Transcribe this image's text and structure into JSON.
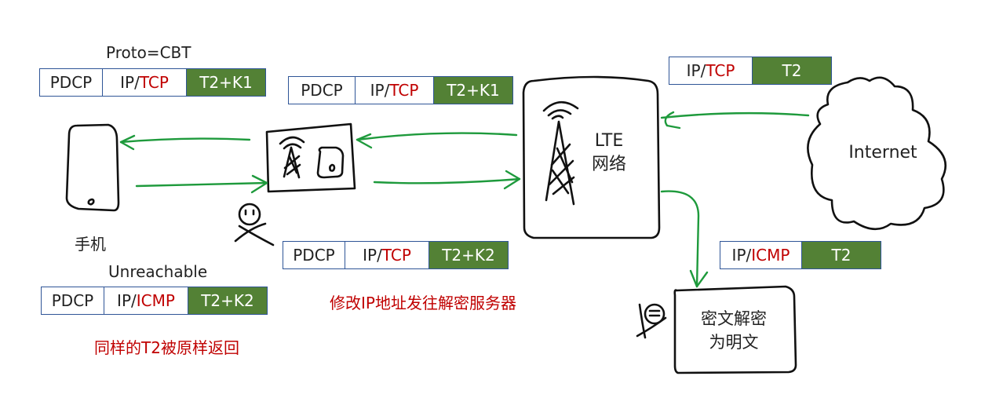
{
  "colors": {
    "payload_fill": "#538135",
    "box_border": "#2f5597",
    "protocol_text": "#c00000",
    "note_text": "#c00000",
    "arrow": "#1e9a3c",
    "sketch": "#111111"
  },
  "labels": {
    "proto_cbt": "Proto=CBT",
    "phone": "手机",
    "unreachable": "Unreachable",
    "lte_line1": "LTE",
    "lte_line2": "网络",
    "internet": "Internet",
    "decrypt_line1": "密文解密",
    "decrypt_line2": "为明文"
  },
  "notes": {
    "modify_ip": "修改IP地址发往解密服务器",
    "same_t2_returned": "同样的T2被原样返回"
  },
  "packets": {
    "uplink_phone": {
      "cells": [
        {
          "text": "PDCP"
        },
        {
          "prefix": "IP/",
          "proto": "TCP"
        },
        {
          "text": "T2+K1"
        }
      ]
    },
    "uplink_relay": {
      "cells": [
        {
          "text": "PDCP"
        },
        {
          "prefix": "IP/",
          "proto": "TCP"
        },
        {
          "text": "T2+K1"
        }
      ]
    },
    "modified_relay": {
      "cells": [
        {
          "text": "PDCP"
        },
        {
          "prefix": "IP/",
          "proto": "TCP"
        },
        {
          "text": "T2+K2"
        }
      ]
    },
    "icmp_return": {
      "cells": [
        {
          "text": "PDCP"
        },
        {
          "prefix": "IP/",
          "proto": "ICMP"
        },
        {
          "text": "T2+K2"
        }
      ]
    },
    "internet_in": {
      "cells": [
        {
          "prefix": "IP/",
          "proto": "TCP"
        },
        {
          "text": "T2"
        }
      ]
    },
    "to_decrypt_server": {
      "cells": [
        {
          "prefix": "IP/",
          "proto": "ICMP"
        },
        {
          "text": "T2"
        }
      ]
    }
  },
  "icons": {
    "phone": "smartphone-icon",
    "relay": "malicious-relay-icon",
    "lte": "cell-tower-icon",
    "internet": "cloud-icon",
    "attacker": "attacker-icon",
    "server": "decryption-server-icon"
  }
}
